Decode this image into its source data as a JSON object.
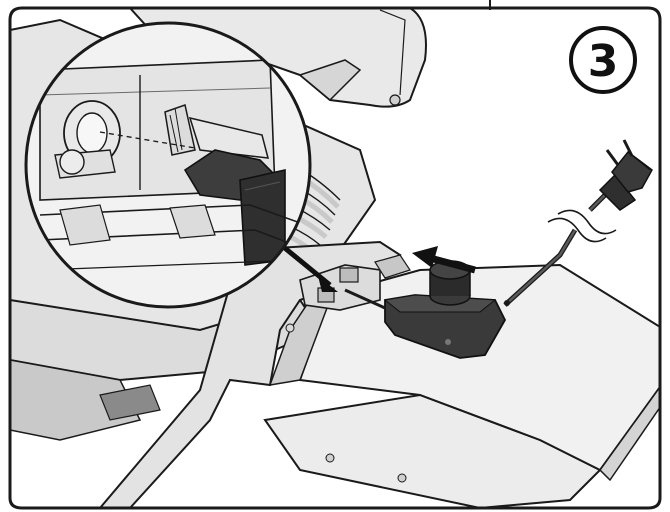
{
  "figure": {
    "step_number": "3",
    "colors": {
      "frame": "#1a1a1a",
      "grill_body": "#e6e6e6",
      "grill_dark": "#8a8a8a",
      "grate": "#bdbdbd",
      "regulator": "#3a3a3a",
      "regulator_cap": "#2b2b2b",
      "background": "#ffffff"
    },
    "icons": [
      "grill-illustration",
      "magnifier-inset",
      "regulator-icon",
      "power-plug-icon",
      "insertion-arrow-icon",
      "cord-break-icon"
    ]
  }
}
